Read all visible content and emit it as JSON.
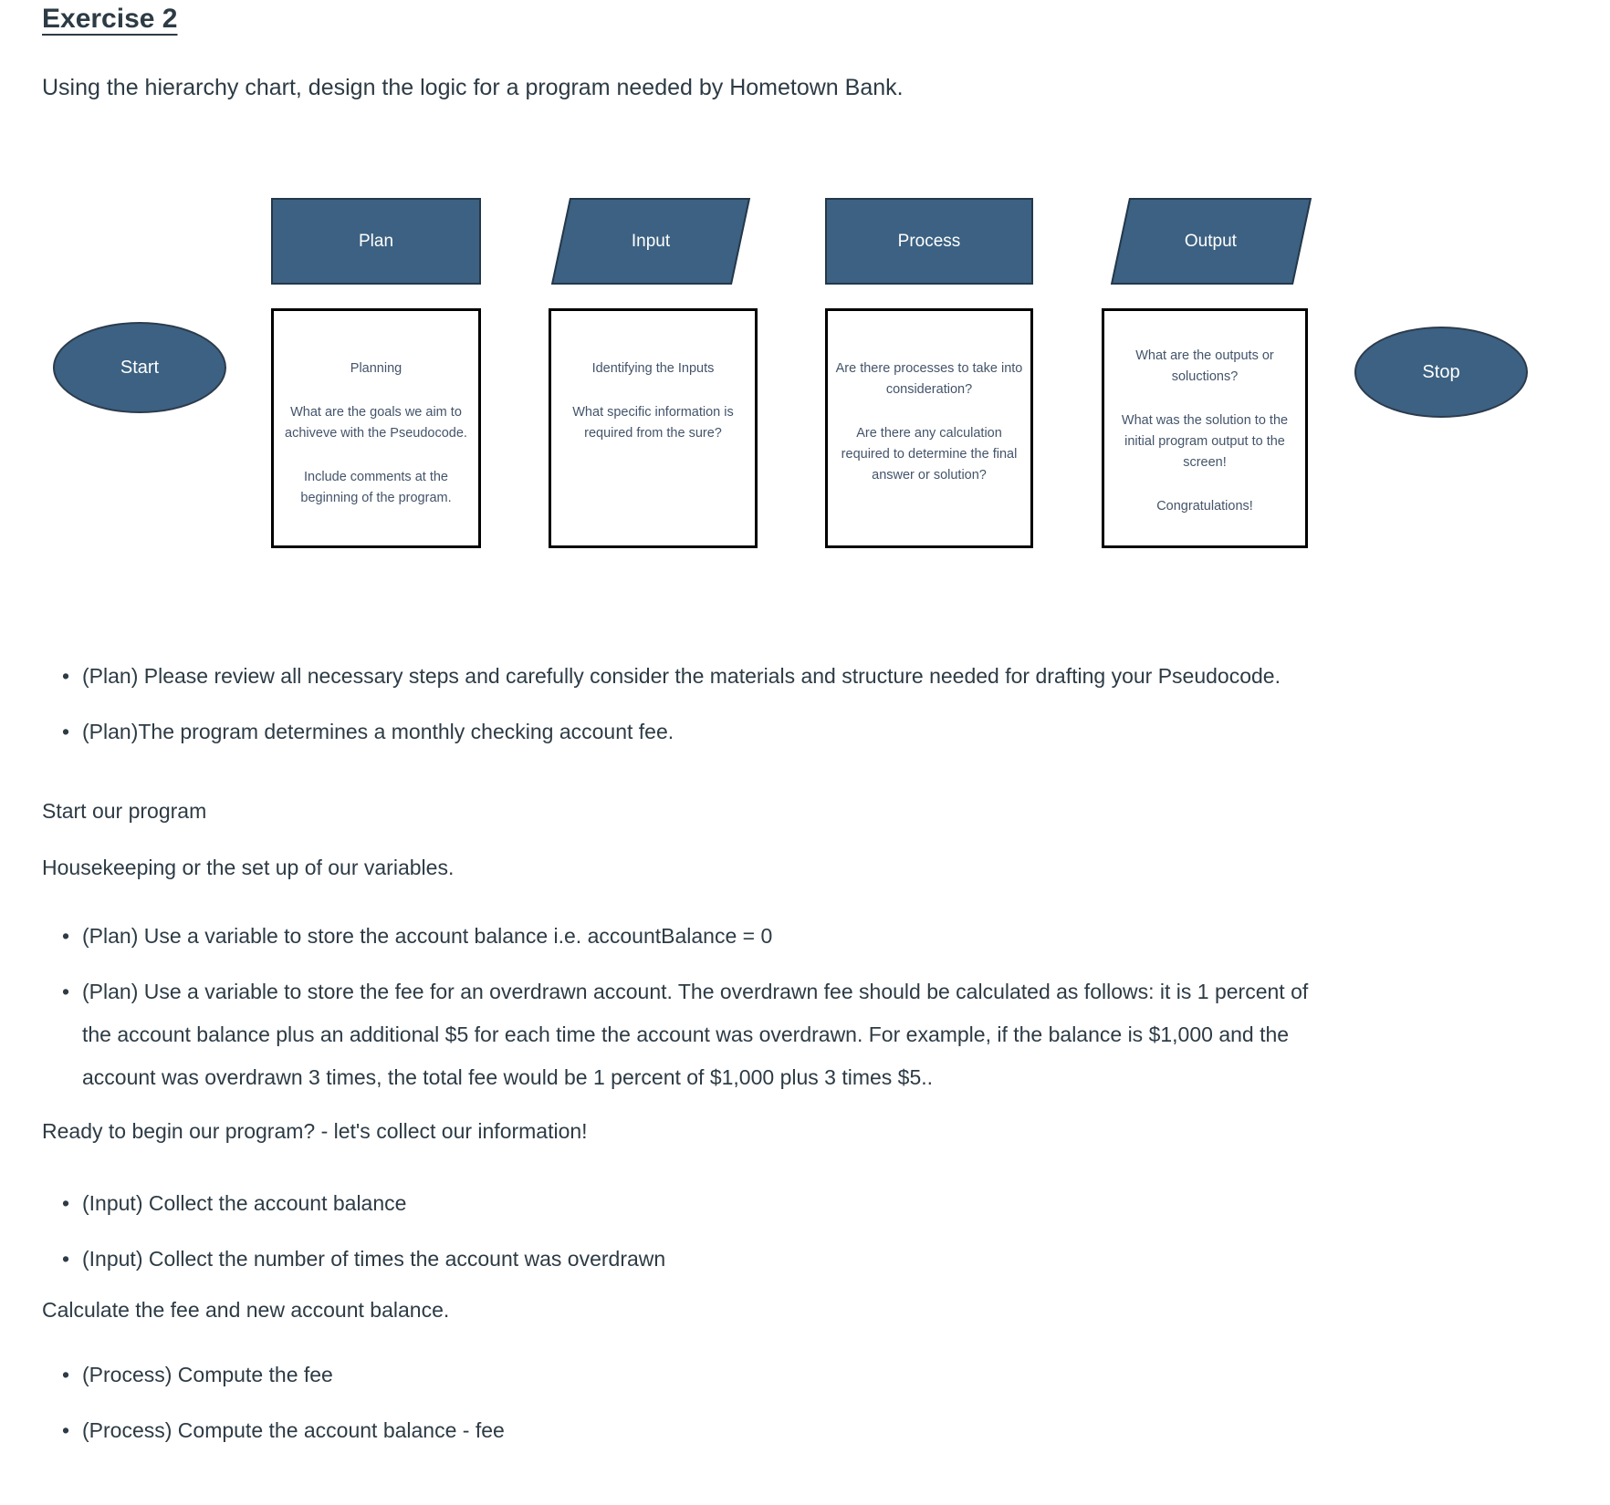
{
  "page": {
    "title": "Exercise 2",
    "intro": "Using the hierarchy chart, design the logic for a program needed by Hometown Bank."
  },
  "flowchart": {
    "colors": {
      "shape_fill": "#3c6182",
      "shape_border": "#24384a",
      "box_border": "#000000",
      "box_text": "#44546a"
    },
    "start_label": "Start",
    "stop_label": "Stop",
    "columns": [
      {
        "header": "Plan",
        "shape": "rectangle",
        "paragraphs": [
          "Planning",
          "What are the goals we aim to achiveve with the Pseudocode.",
          "Include comments at the beginning of the program."
        ]
      },
      {
        "header": "Input",
        "shape": "parallelogram",
        "paragraphs": [
          "Identifying the Inputs",
          "What specific information is required from the sure?"
        ]
      },
      {
        "header": "Process",
        "shape": "rectangle",
        "paragraphs": [
          "Are there processes to take into consideration?",
          "Are there any calculation required to determine the final answer or solution?"
        ]
      },
      {
        "header": "Output",
        "shape": "parallelogram",
        "paragraphs": [
          "What are the outputs or soluctions?",
          "What was the solution to the initial program output to the screen!",
          "Congratulations!"
        ]
      }
    ]
  },
  "content": {
    "list1": [
      "(Plan) Please review all necessary steps and carefully consider the materials and structure needed for drafting your Pseudocode.",
      "(Plan)The program determines a monthly checking account fee."
    ],
    "para_start": "Start our program",
    "para_housekeeping": "Housekeeping or the set up of our variables.",
    "list2": [
      "(Plan) Use a variable to store the account balance i.e. accountBalance = 0",
      "(Plan) Use a variable to store the fee for an overdrawn account. The overdrawn fee should be calculated as follows: it is 1 percent of the account balance plus an additional $5 for each time the account was overdrawn. For example, if the balance is $1,000 and the account was overdrawn 3 times, the total fee would be 1 percent of $1,000 plus 3 times $5.."
    ],
    "para_ready": "Ready to begin our program? - let's collect our information!",
    "list3": [
      "(Input) Collect the account balance",
      "(Input) Collect the number of times the account was overdrawn"
    ],
    "para_calculate": "Calculate the fee and new account balance.",
    "list4": [
      "(Process) Compute the fee",
      "(Process) Compute the account balance - fee"
    ]
  }
}
